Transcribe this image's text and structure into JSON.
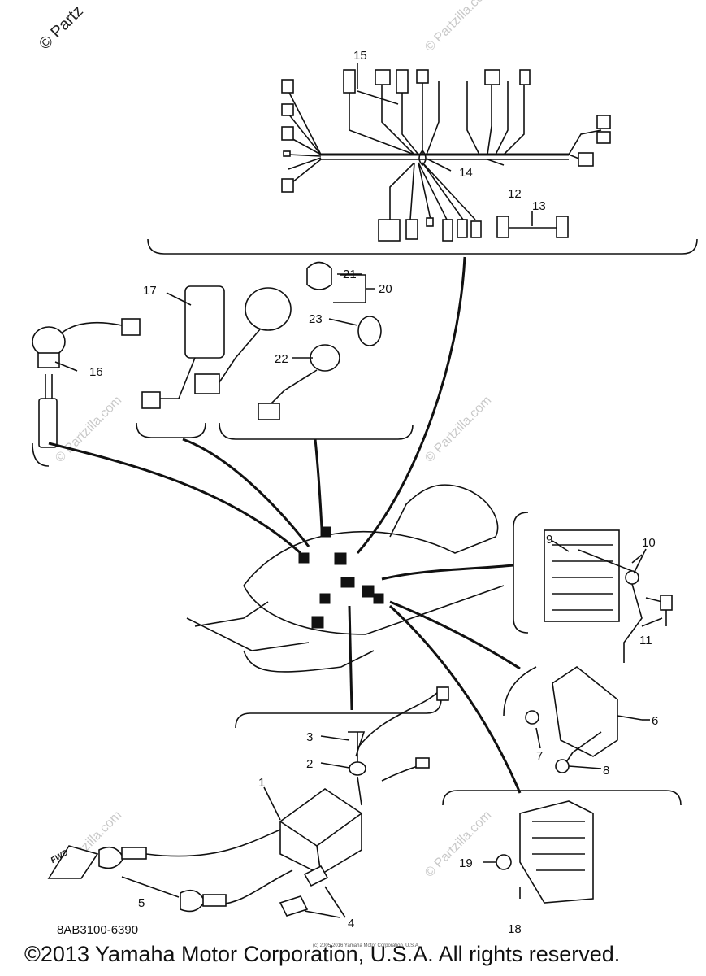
{
  "watermark": {
    "text": "© Partzilla.com",
    "corner_text": "© Partz"
  },
  "callouts": [
    {
      "id": "1",
      "label": "1"
    },
    {
      "id": "2",
      "label": "2"
    },
    {
      "id": "3",
      "label": "3"
    },
    {
      "id": "4",
      "label": "4"
    },
    {
      "id": "5",
      "label": "5"
    },
    {
      "id": "6",
      "label": "6"
    },
    {
      "id": "7",
      "label": "7"
    },
    {
      "id": "8",
      "label": "8"
    },
    {
      "id": "9",
      "label": "9"
    },
    {
      "id": "10",
      "label": "10"
    },
    {
      "id": "11",
      "label": "11"
    },
    {
      "id": "12",
      "label": "12"
    },
    {
      "id": "13",
      "label": "13"
    },
    {
      "id": "14",
      "label": "14"
    },
    {
      "id": "15",
      "label": "15"
    },
    {
      "id": "16",
      "label": "16"
    },
    {
      "id": "17",
      "label": "17"
    },
    {
      "id": "18",
      "label": "18"
    },
    {
      "id": "19",
      "label": "19"
    },
    {
      "id": "20",
      "label": "20"
    },
    {
      "id": "21",
      "label": "21"
    },
    {
      "id": "22",
      "label": "22"
    },
    {
      "id": "23",
      "label": "23"
    }
  ],
  "fwd_label": "FWD",
  "part_code": "8AB3100-6390",
  "tiny_copyright": "(c) 2005-2016 Yamaha Motor Corporation, U.S.A.",
  "copyright": "©2013 Yamaha Motor Corporation, U.S.A. All rights reserved."
}
